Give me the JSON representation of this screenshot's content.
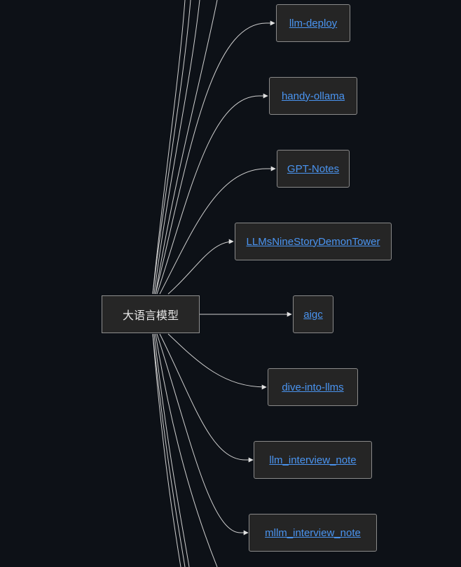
{
  "diagram": {
    "root": {
      "label": "大语言模型"
    },
    "children": [
      {
        "label": "llm-deploy"
      },
      {
        "label": "handy-ollama"
      },
      {
        "label": "GPT-Notes"
      },
      {
        "label": "LLMsNineStoryDemonTower"
      },
      {
        "label": "aigc"
      },
      {
        "label": "dive-into-llms"
      },
      {
        "label": "llm_interview_note"
      },
      {
        "label": "mllm_interview_note"
      }
    ]
  },
  "colors": {
    "background": "#0d1117",
    "node_fill": "#252525",
    "node_border": "#8a8a8a",
    "link_text": "#4a94f0",
    "edge": "#d0d0d0"
  }
}
